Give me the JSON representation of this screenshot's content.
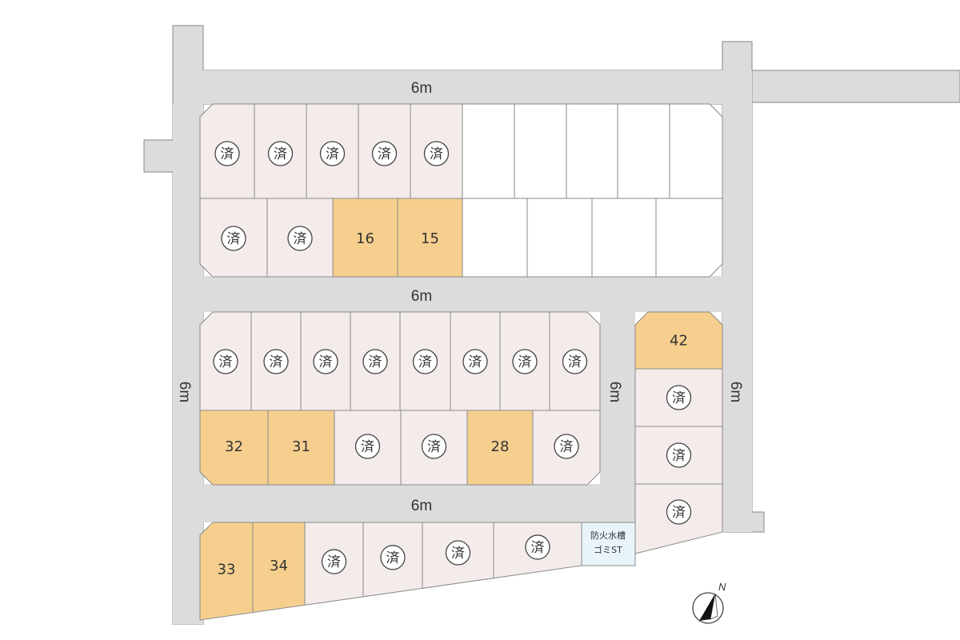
{
  "colors": {
    "road": "#dcdcdc",
    "road_edge": "#9a9a9a",
    "sold_fill": "#f4ecea",
    "available_fill": "#f6cf8e",
    "unsold_fill": "#ffffff",
    "lot_border": "#8a8a8a",
    "facility_fill": "#e8f3fa"
  },
  "legend": {
    "sold_mark": "済"
  },
  "roads": [
    {
      "id": "road-top",
      "label": "6m"
    },
    {
      "id": "road-middle",
      "label": "6m"
    },
    {
      "id": "road-lower",
      "label": "6m"
    },
    {
      "id": "road-left",
      "label": "6m"
    },
    {
      "id": "road-center-vertical",
      "label": "6m"
    },
    {
      "id": "road-right",
      "label": "6m"
    }
  ],
  "lots": {
    "block1_row1": [
      "済",
      "済",
      "済",
      "済",
      "済",
      "",
      "",
      "",
      "",
      ""
    ],
    "block1_row2": [
      "済",
      "済",
      "16",
      "15",
      "",
      "",
      "",
      ""
    ],
    "block2_row1": [
      "済",
      "済",
      "済",
      "済",
      "済",
      "済",
      "済",
      "済"
    ],
    "block2_row2": [
      "32",
      "31",
      "済",
      "済",
      "28",
      "済"
    ],
    "block3": [
      "42",
      "済",
      "済",
      "済"
    ],
    "block4": [
      "33",
      "34",
      "済",
      "済",
      "済",
      "済"
    ]
  },
  "available_lots": [
    "16",
    "15",
    "32",
    "31",
    "28",
    "42",
    "33",
    "34"
  ],
  "facility": {
    "line1": "防火水槽",
    "line2": "ゴミST"
  },
  "compass": {
    "label": "N",
    "icon": "north-arrow-icon"
  }
}
